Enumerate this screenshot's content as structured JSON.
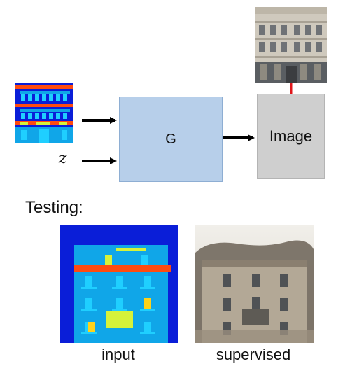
{
  "generator": {
    "label": "G"
  },
  "output": {
    "label": "Image"
  },
  "noise": {
    "label": "z"
  },
  "testing": {
    "label": "Testing:"
  },
  "captions": {
    "input": "input",
    "supervised": "supervised"
  },
  "colors": {
    "arrow": "#000000",
    "loss_arrow": "#e0161b",
    "map_background": "#0a1ed8",
    "map_floor": "#10a6e8",
    "map_cornice": "#ff4b10",
    "map_window": "#1fcfff",
    "map_balcony": "#d6f23a",
    "map_door": "#ffd21a"
  }
}
